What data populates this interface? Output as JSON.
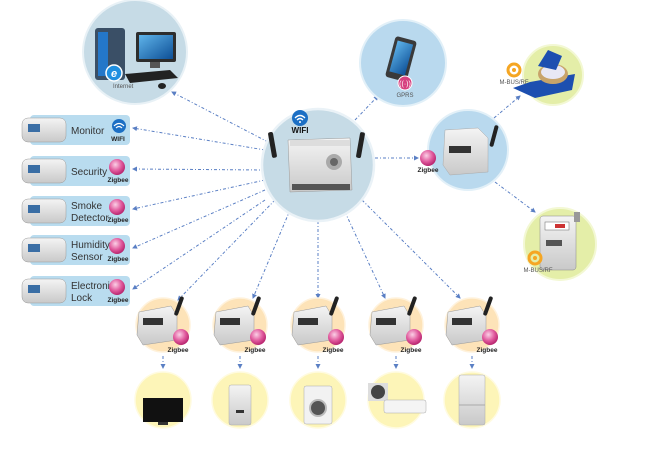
{
  "title": "Smart home gateway network diagram",
  "colors": {
    "hub_circle": "#c8dce8",
    "blue_circle": "#b9d9ee",
    "green_circle": "#e4eea8",
    "orange_circle": "#fde3b8",
    "yellow_circle": "#fdf5b8",
    "side_card": "#b9dcef",
    "connector": "#5a7fc4",
    "zigbee_pink": "#e0589c",
    "wifi_blue": "#1c6fc4",
    "mbus_orange": "#f5a623"
  },
  "hub": {
    "badge": "WIFI",
    "icon": "wifi-icon",
    "device": "gateway-controller"
  },
  "top_nodes": {
    "internet": {
      "label": "Internet",
      "icon": "ie-icon",
      "device": "desktop-computer"
    },
    "gprs": {
      "label": "GPRS",
      "icon": "antenna-icon",
      "device": "smartphone"
    },
    "meter_relay": {
      "protocol": "Zigbee",
      "device": "din-rail-meter"
    },
    "water_meter": {
      "protocol": "M-BUS/RF",
      "device": "water-meter"
    },
    "gas_meter": {
      "protocol": "M-BUS/RF",
      "device": "gas-meter"
    }
  },
  "side_devices": [
    {
      "lines": [
        "Monitor"
      ],
      "protocol": "WIFI",
      "device": "security-camera"
    },
    {
      "lines": [
        "Security"
      ],
      "protocol": "Zigbee",
      "device": "alarm-panel"
    },
    {
      "lines": [
        "Smoke",
        "Detector"
      ],
      "protocol": "Zigbee",
      "device": "smoke-detector"
    },
    {
      "lines": [
        "Humidity",
        "Sensor"
      ],
      "protocol": "Zigbee",
      "device": "humidity-sensor"
    },
    {
      "lines": [
        "Electronic",
        "Lock"
      ],
      "protocol": "Zigbee",
      "device": "door-lock"
    }
  ],
  "bottom_modules": [
    {
      "protocol": "Zigbee",
      "appliance": "television"
    },
    {
      "protocol": "Zigbee",
      "appliance": "water-heater"
    },
    {
      "protocol": "Zigbee",
      "appliance": "washing-machine"
    },
    {
      "protocol": "Zigbee",
      "appliance": "air-conditioner"
    },
    {
      "protocol": "Zigbee",
      "appliance": "refrigerator"
    }
  ]
}
